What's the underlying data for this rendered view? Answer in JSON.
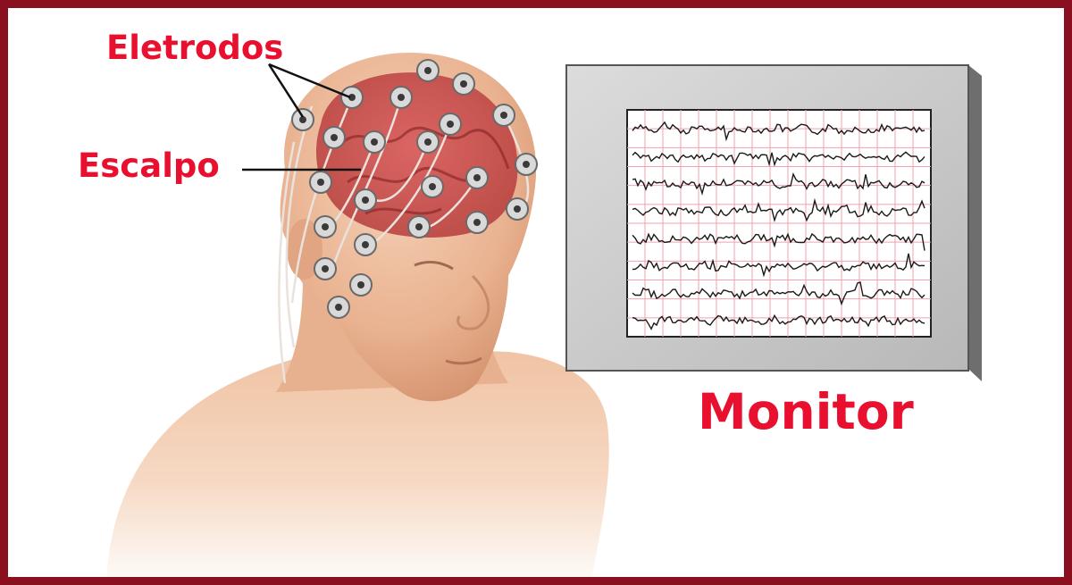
{
  "labels": {
    "electrodes": "Eletrodos",
    "scalp": "Escalpo",
    "monitor": "Monitor"
  },
  "colors": {
    "label_text": "#e8102e",
    "frame_border": "#8a0f1f",
    "skin": "#f2c4a6",
    "monitor_frame": "#c9c9c9",
    "grid_line": "#f2a3ae",
    "trace": "#1a1a1a"
  },
  "monitor": {
    "trace_count": 8
  },
  "icons": {
    "electrode": "electrode-icon"
  }
}
